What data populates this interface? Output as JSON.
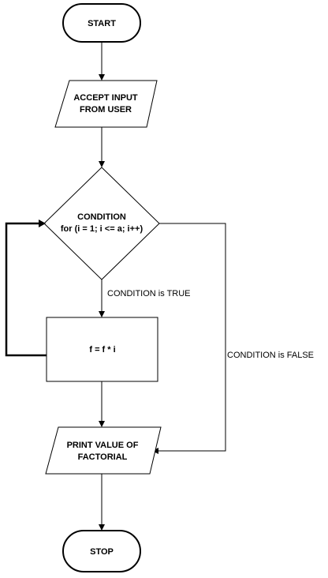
{
  "nodes": {
    "start": {
      "label": "START"
    },
    "input": {
      "line1": "ACCEPT INPUT",
      "line2": "FROM USER"
    },
    "condition": {
      "line1": "CONDITION",
      "line2": "for (i = 1; i <= a; i++)"
    },
    "process": {
      "label": "f = f * i"
    },
    "output": {
      "line1": "PRINT VALUE OF",
      "line2": "FACTORIAL"
    },
    "stop": {
      "label": "STOP"
    }
  },
  "edges": {
    "true_label": "CONDITION is TRUE",
    "false_label": "CONDITION is FALSE"
  }
}
